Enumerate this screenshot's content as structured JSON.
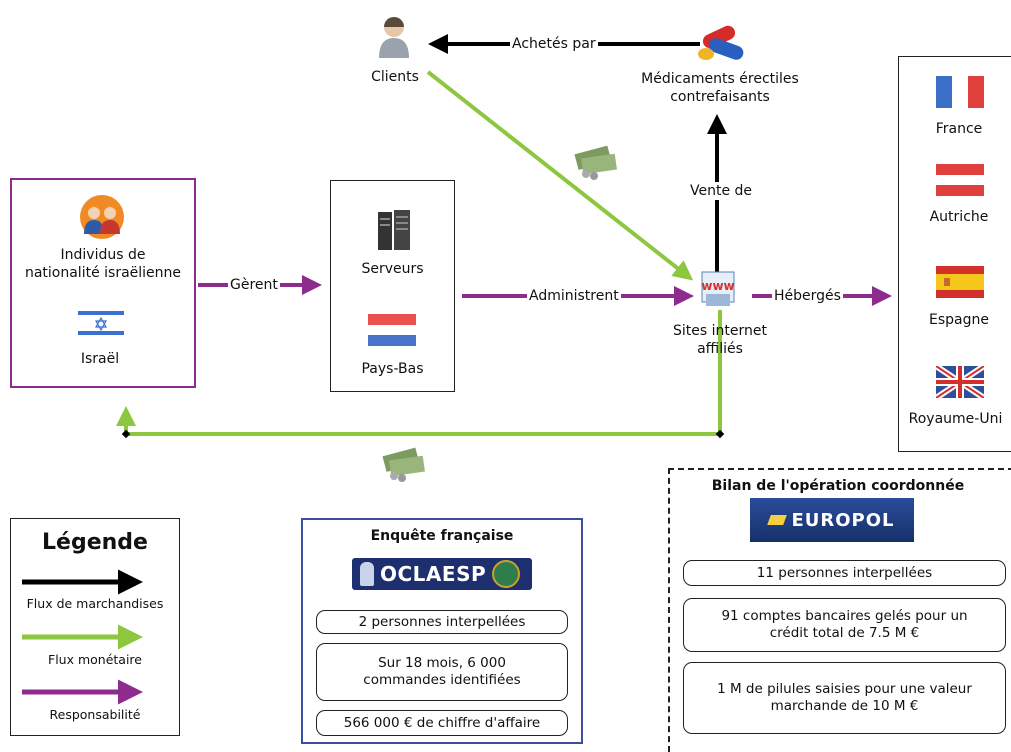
{
  "nodes": {
    "clients": "Clients",
    "medications_l1": "Médicaments érectiles",
    "medications_l2": "contrefaisants",
    "individuals_l1": "Individus de",
    "individuals_l2": "nationalité israëlienne",
    "israel": "Israël",
    "servers": "Serveurs",
    "netherlands": "Pays-Bas",
    "sites_l1": "Sites internet",
    "sites_l2": "affiliés"
  },
  "edges": {
    "bought_by": "Achetés par",
    "sale_of": "Vente de",
    "manage": "Gèrent",
    "administer": "Administrent",
    "hosted": "Hébergés"
  },
  "countries": [
    "France",
    "Autriche",
    "Espagne",
    "Royaume-Uni"
  ],
  "legend": {
    "title": "Légende",
    "goods": "Flux de marchandises",
    "money": "Flux monétaire",
    "responsibility": "Responsabilité"
  },
  "french": {
    "title": "Enquête française",
    "logo": "OCLAESP",
    "items": [
      "2 personnes interpellées",
      "Sur 18 mois, 6 000",
      "commandes identifiées",
      "566 000 € de chiffre d'affaire"
    ]
  },
  "europol": {
    "title": "Bilan de l'opération coordonnée",
    "logo": "EUROPOL",
    "items": [
      "11 personnes interpellées",
      "91 comptes bancaires gelés pour un",
      "crédit total de 7.5 M €",
      "1 M de pilules saisies pour une valeur",
      "marchande de 10 M €"
    ]
  },
  "colors": {
    "goods": "#000000",
    "money": "#8dc63f",
    "responsibility": "#8e2c8e",
    "oclaesp_blue": "#3b4fa0"
  },
  "icons": [
    "person-icon",
    "pills-icon",
    "people-group-icon",
    "server-icon",
    "www-icon",
    "money-icon"
  ]
}
